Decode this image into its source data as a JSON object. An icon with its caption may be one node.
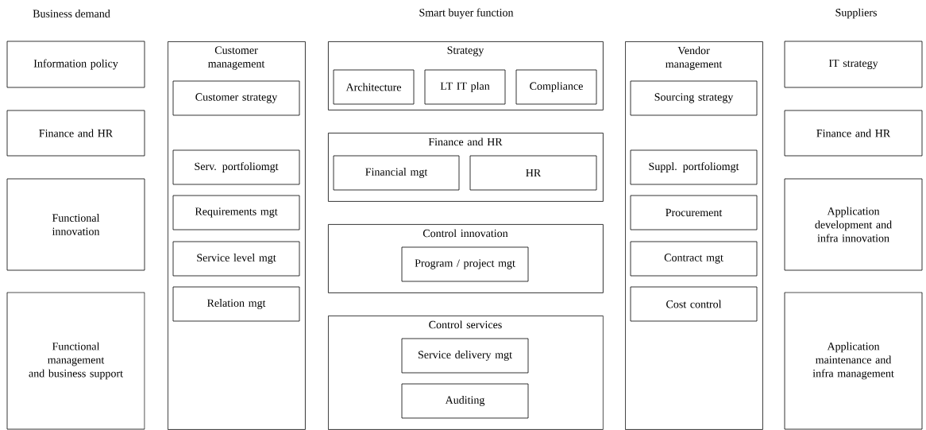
{
  "diagram": {
    "nodes": [
      {
        "text": [
          "Information policy"
        ]
      },
      {
        "text": [
          "Finance and HR"
        ]
      },
      {
        "text": [
          "Functional innovation"
        ]
      },
      {
        "text": [
          "Functional management and business support"
        ]
      },
      {
        "text": [
          "Customer management"
        ]
      },
      {
        "text": [
          "Customer strategy"
        ],
        "in": 4
      },
      {
        "text": [
          "Serv. portfoliomgt"
        ],
        "in": 4
      },
      {
        "text": [
          "Requirements mgt"
        ],
        "in": 4
      },
      {
        "text": [
          "Service level mgt"
        ],
        "in": 4
      },
      {
        "text": [
          "Relation mgt"
        ],
        "in": 4
      },
      {
        "text": [
          "Strategy"
        ]
      },
      {
        "text": [
          "Architecture"
        ],
        "in": 10
      },
      {
        "text": [
          "LT IT plan"
        ],
        "in": 10
      },
      {
        "text": [
          "Compliance"
        ],
        "in": 10
      },
      {
        "text": [
          "Finance and HR"
        ]
      },
      {
        "text": [
          "Financial mgt"
        ],
        "in": 14
      },
      {
        "text": [
          "HR"
        ],
        "in": 14
      },
      {
        "text": [
          "Control innovation"
        ]
      },
      {
        "text": [
          "Program / project mgt"
        ],
        "in": 17
      },
      {
        "text": [
          "Control services"
        ]
      },
      {
        "text": [
          "Service delivery mgt"
        ],
        "in": 19
      },
      {
        "text": [
          "Auditing"
        ],
        "in": 19
      },
      {
        "text": [
          "Vendor management"
        ]
      },
      {
        "text": [
          "Sourcing strategy"
        ],
        "in": 22
      },
      {
        "text": [
          "Suppl. portfoliomgt"
        ],
        "in": 22
      },
      {
        "text": [
          "Procurement"
        ],
        "in": 22
      },
      {
        "text": [
          "Contract mgt"
        ],
        "in": 22
      },
      {
        "text": [
          "Cost control"
        ],
        "in": 22
      },
      {
        "text": [
          "IT strategy"
        ]
      },
      {
        "text": [
          "Finance and HR"
        ]
      },
      {
        "text": [
          "Application development and infra innovation"
        ]
      },
      {
        "text": [
          "Application maintenance and infra management"
        ]
      }
    ],
    "labels": [
      "Business demand",
      "Smart buyer function",
      "Suppliers"
    ]
  }
}
